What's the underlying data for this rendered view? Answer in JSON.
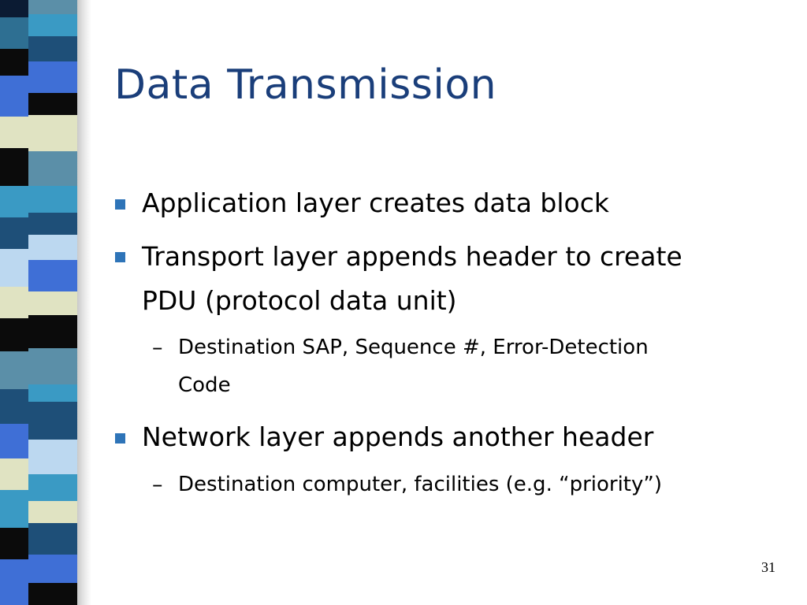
{
  "slide": {
    "title": "Data Transmission",
    "page_number": "31"
  },
  "bullets": [
    {
      "lines": [
        "Application layer creates data block"
      ]
    },
    {
      "lines": [
        "Transport layer appends header to create",
        "PDU (protocol data unit)"
      ],
      "sub": [
        {
          "dash": "–",
          "lines": [
            "Destination SAP, Sequence #, Error-Detection",
            "Code"
          ]
        }
      ]
    },
    {
      "lines": [
        "Network layer appends another header"
      ],
      "sub": [
        {
          "dash": "–",
          "lines": [
            "Destination computer, facilities (e.g. “priority”)"
          ]
        }
      ]
    }
  ],
  "colors": {
    "title": "#1a3e7a",
    "bullet_marker": "#2e74b8",
    "stripe_palette": [
      "#1e4f78",
      "#3a9ac4",
      "#0b0b0b",
      "#e0e3c2",
      "#3f6fd6",
      "#bcd8f0",
      "#5b8fa8"
    ]
  },
  "icons": {
    "bullet": "blue-square-bullet-icon"
  }
}
